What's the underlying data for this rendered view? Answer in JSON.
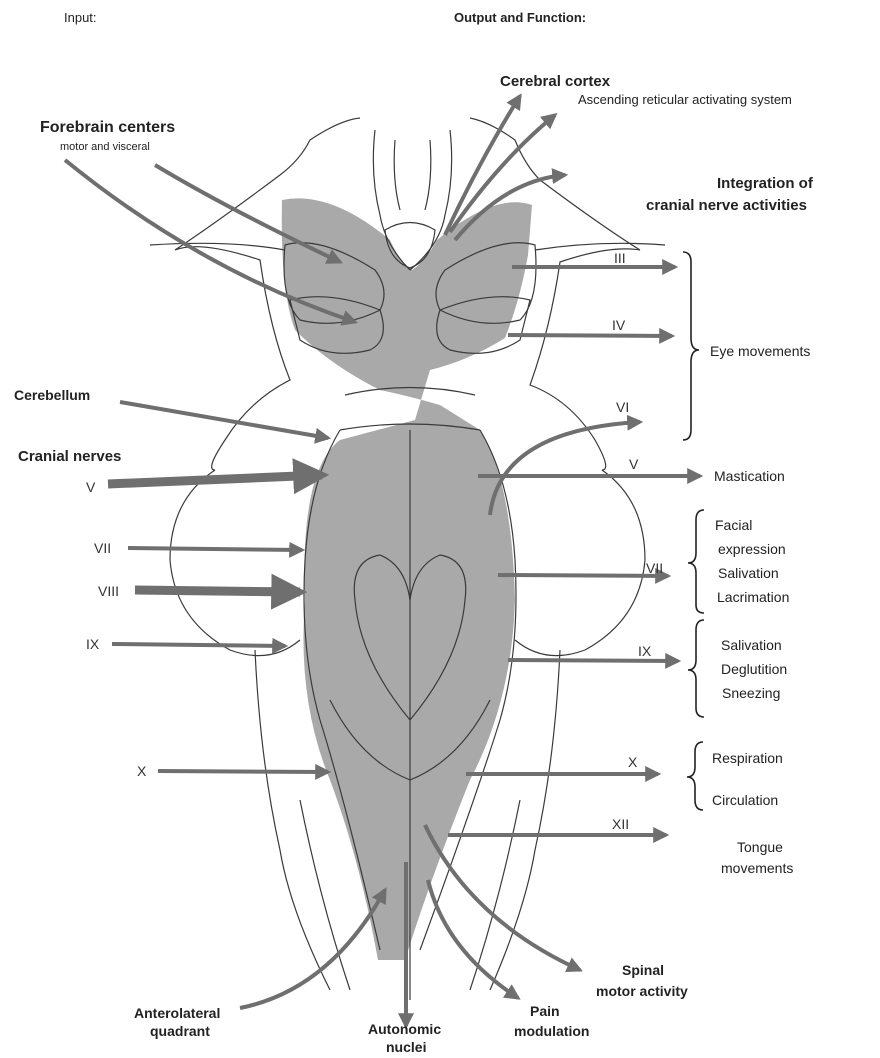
{
  "headers": {
    "input": "Input:",
    "output": "Output and Function:"
  },
  "inputs": {
    "forebrain_title": "Forebrain centers",
    "forebrain_sub": "motor and visceral",
    "cerebellum": "Cerebellum",
    "cranial_nerves": "Cranial nerves",
    "nerve_v": "V",
    "nerve_vii": "VII",
    "nerve_viii": "VIII",
    "nerve_ix": "IX",
    "nerve_x": "X",
    "anterolateral_1": "Anterolateral",
    "anterolateral_2": "quadrant"
  },
  "outputs": {
    "cerebral_cortex": "Cerebral cortex",
    "reticular": "Ascending reticular activating system",
    "integration_1": "Integration of",
    "integration_2": "cranial nerve activities",
    "nerve_iii": "III",
    "nerve_iv": "IV",
    "nerve_vi": "VI",
    "nerve_v": "V",
    "nerve_vii": "VII",
    "nerve_ix": "IX",
    "nerve_x": "X",
    "nerve_xii": "XII",
    "eye_movements": "Eye movements",
    "mastication": "Mastication",
    "facial_1": "Facial",
    "facial_2": "expression",
    "salivation_a": "Salivation",
    "lacrimation": "Lacrimation",
    "salivation_b": "Salivation",
    "deglutition": "Deglutition",
    "sneezing": "Sneezing",
    "respiration": "Respiration",
    "circulation": "Circulation",
    "tongue_1": "Tongue",
    "tongue_2": "movements",
    "spinal_1": "Spinal",
    "spinal_2": "motor activity",
    "pain_1": "Pain",
    "pain_2": "modulation",
    "autonomic_1": "Autonomic",
    "autonomic_2": "nuclei"
  },
  "colors": {
    "shading": "#a9a9a9",
    "arrow": "#6f6f6f",
    "outline": "#3a3a3a"
  }
}
